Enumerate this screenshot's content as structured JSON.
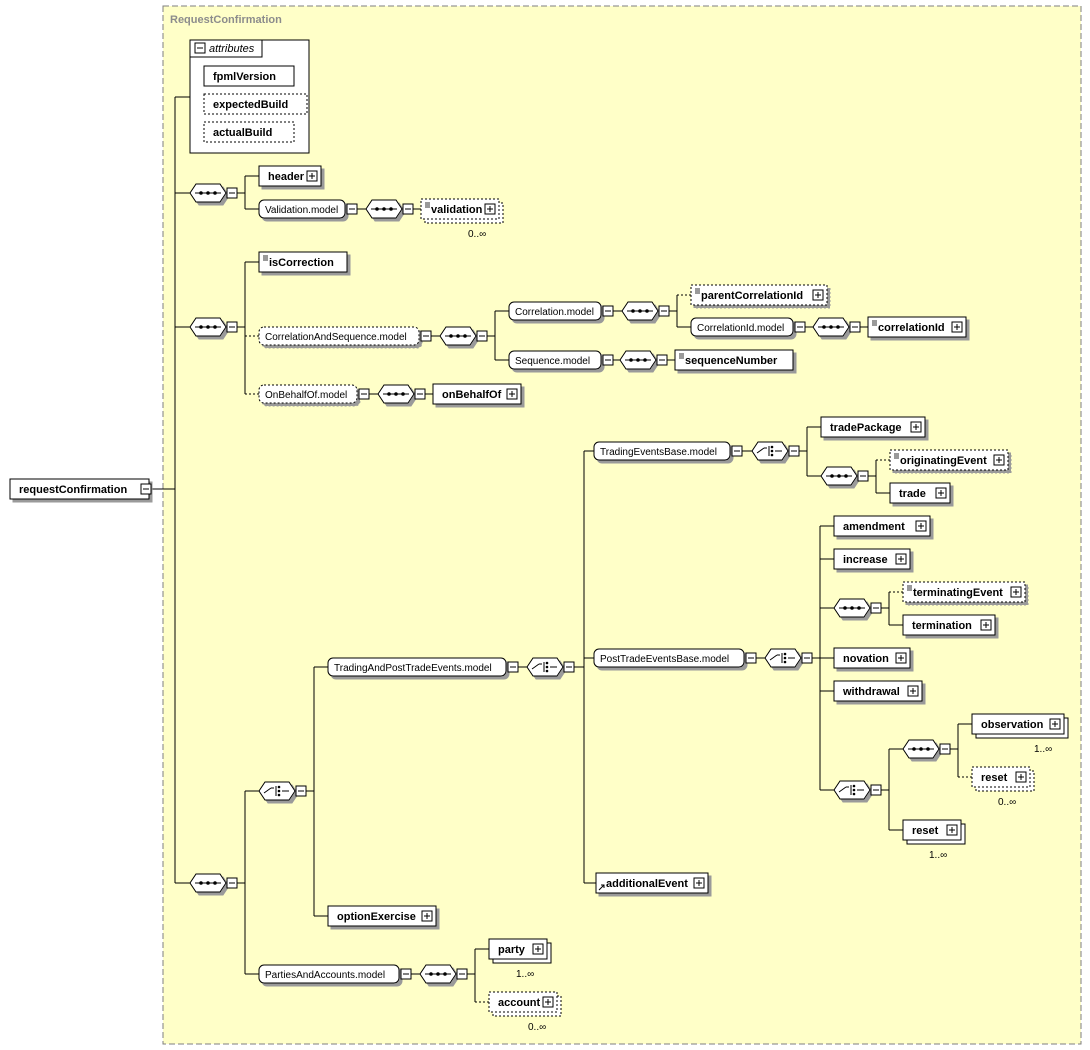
{
  "title": "RequestConfirmation",
  "root": "requestConfirmation",
  "attributes": {
    "header": "attributes",
    "items": [
      "fpmlVersion",
      "expectedBuild",
      "actualBuild"
    ]
  },
  "elements": {
    "header": "header",
    "validation": "validation",
    "isCorrection": "isCorrection",
    "parentCorrelationId": "parentCorrelationId",
    "correlationId": "correlationId",
    "sequenceNumber": "sequenceNumber",
    "onBehalfOf": "onBehalfOf",
    "tradePackage": "tradePackage",
    "originatingEvent": "originatingEvent",
    "trade": "trade",
    "amendment": "amendment",
    "increase": "increase",
    "terminatingEvent": "terminatingEvent",
    "termination": "termination",
    "novation": "novation",
    "withdrawal": "withdrawal",
    "observation": "observation",
    "reset_in_choice": "reset",
    "reset": "reset",
    "additionalEvent": "additionalEvent",
    "optionExercise": "optionExercise",
    "party": "party",
    "account": "account"
  },
  "models": {
    "validationModel": "Validation.model",
    "correlationAndSequenceModel": "CorrelationAndSequence.model",
    "correlationModel": "Correlation.model",
    "correlationIdModel": "CorrelationId.model",
    "sequenceModel": "Sequence.model",
    "onBehalfOfModel": "OnBehalfOf.model",
    "tradingEventsBaseModel": "TradingEventsBase.model",
    "tradingAndPostTradeEventsModel": "TradingAndPostTradeEvents.model",
    "postTradeEventsBaseModel": "PostTradeEventsBase.model",
    "partiesAndAccountsModel": "PartiesAndAccounts.model"
  },
  "occurrences": {
    "validation": "0..∞",
    "observation": "1..∞",
    "reset_optional": "0..∞",
    "reset": "1..∞",
    "party": "1..∞",
    "account": "0..∞"
  },
  "colors": {
    "frame_fill": "#ffffc8",
    "frame_border": "#7f7f7f",
    "line": "#000000",
    "shadow": "#a0a0a0"
  }
}
